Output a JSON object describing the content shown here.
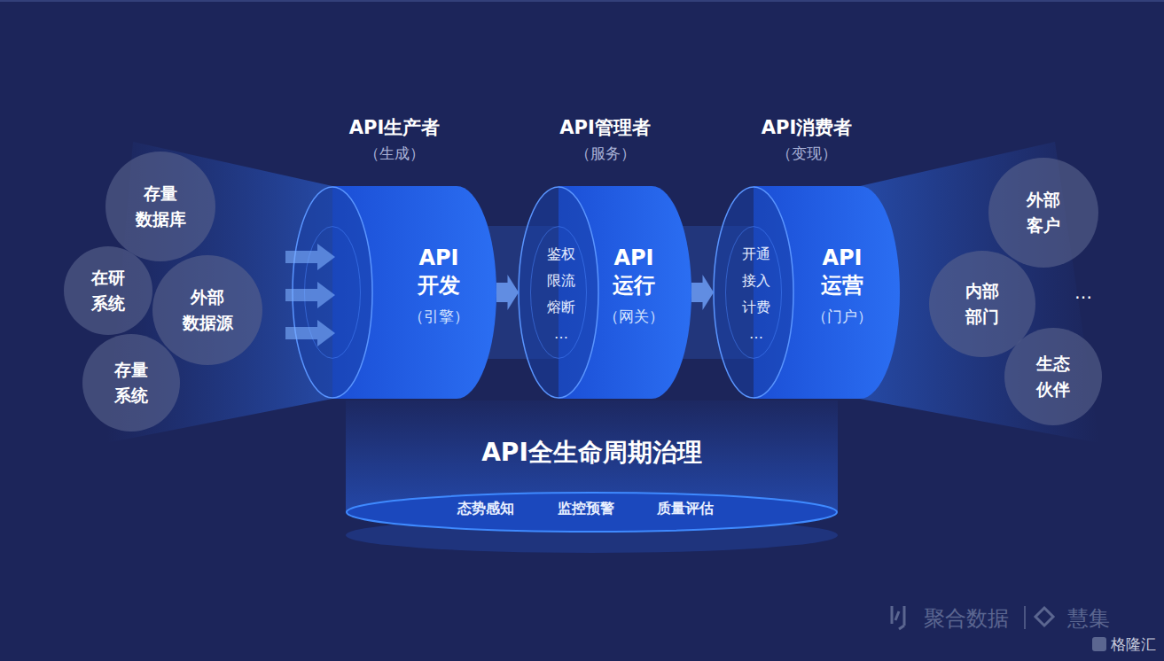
{
  "diagram": {
    "nodes": [
      {
        "text": [
          "存量 数据库"
        ]
      },
      {
        "text": [
          "在研 系统"
        ]
      },
      {
        "text": [
          "外部 数据源"
        ]
      },
      {
        "text": [
          "存量 系统"
        ]
      },
      {
        "text": [
          "API生产者",
          "（生成）",
          "API 开发",
          "（引擎）"
        ]
      },
      {
        "text": [
          "API管理者",
          "（服务）",
          "API 运行",
          "（网关）",
          "鉴权 限流 熔断 …"
        ]
      },
      {
        "text": [
          "API消费者",
          "（变现）",
          "API 运营",
          "（门户）",
          "开通 接入 计费 …"
        ]
      },
      {
        "text": [
          "API全生命周期治理",
          "态势感知",
          "监控预警",
          "质量评估"
        ]
      },
      {
        "text": [
          "外部 客户"
        ]
      },
      {
        "text": [
          "内部 部门"
        ]
      },
      {
        "text": [
          "生态 伙伴"
        ]
      }
    ],
    "edges": [
      {
        "from": 4,
        "to": 5,
        "arrow": "to"
      },
      {
        "from": 5,
        "to": 6,
        "arrow": "to"
      }
    ],
    "labels": [
      "…",
      "聚合数据",
      "慧集",
      "格隆汇"
    ]
  }
}
